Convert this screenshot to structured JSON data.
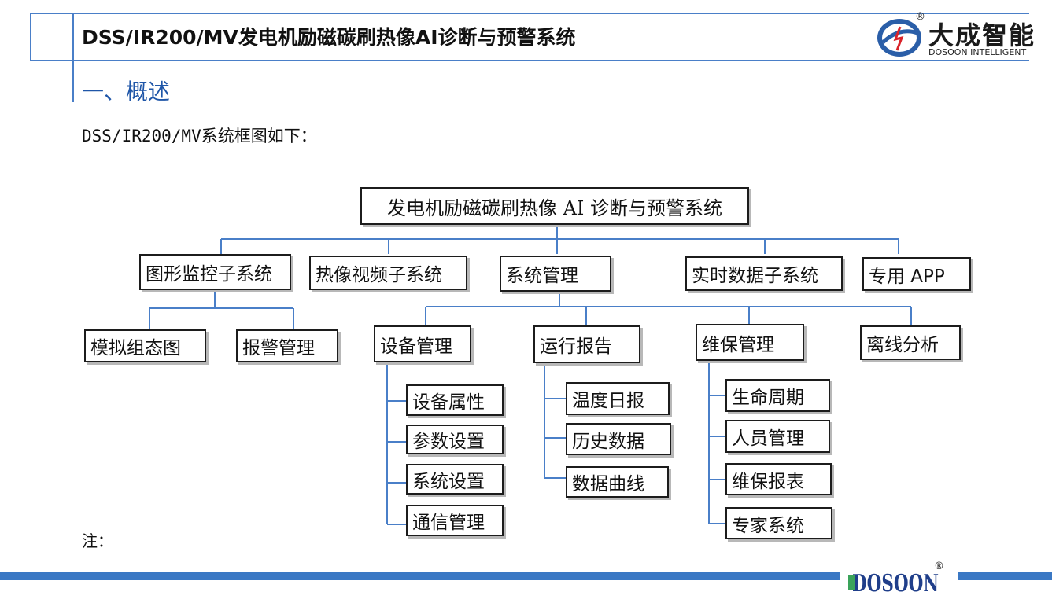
{
  "header": {
    "title": "DSS/IR200/MV发电机励磁碳刷热像AI诊断与预警系统",
    "logo_name": "大成智能",
    "logo_sub": "DOSOON INTELLIGENT",
    "logo_reg": "®"
  },
  "section_title": "一、概述",
  "intro_text": "DSS/IR200/MV系统框图如下：",
  "note_text": "注：",
  "footer": {
    "logo_text": "DOSOON",
    "logo_reg": "®"
  },
  "diagram": {
    "root": "发电机励磁碳刷热像 AI 诊断与预警系统",
    "level1": [
      "图形监控子系统",
      "热像视频子系统",
      "系统管理",
      "实时数据子系统",
      "专用 APP"
    ],
    "graphic_children": [
      "模拟组态图",
      "报警管理"
    ],
    "mgmt_children": [
      "设备管理",
      "运行报告",
      "维保管理",
      "离线分析"
    ],
    "device_children": [
      "设备属性",
      "参数设置",
      "系统设置",
      "通信管理"
    ],
    "report_children": [
      "温度日报",
      "历史数据",
      "数据曲线"
    ],
    "maint_children": [
      "生命周期",
      "人员管理",
      "维保报表",
      "专家系统"
    ]
  },
  "colors": {
    "accent_blue": "#4a7fc8",
    "section_blue": "#1f56a8",
    "line_blue": "#4a7fc8",
    "logo_red": "#d9232a"
  }
}
